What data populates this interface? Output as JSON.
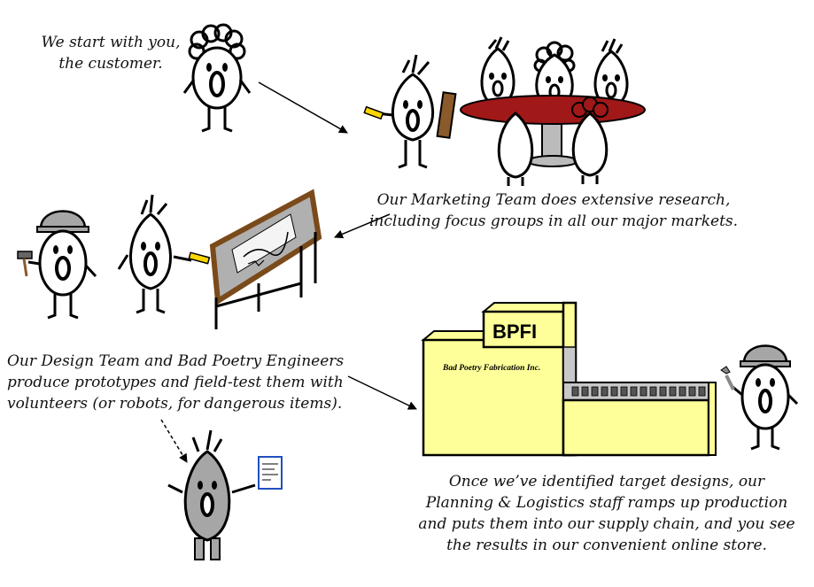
{
  "captions": {
    "customer": [
      "We start with you,",
      "the customer."
    ],
    "marketing": [
      "Our Marketing Team does extensive research,",
      "including focus groups in all our major markets."
    ],
    "design": [
      "Our Design Team and Bad Poetry Engineers",
      "produce prototypes and field-test them with",
      "volunteers (or robots, for dangerous items)."
    ],
    "planning": [
      "Once we’ve identified target designs, our",
      "Planning & Logistics staff ramps up production",
      "and puts them into our supply chain, and you see",
      "the results in our convenient online store."
    ]
  },
  "factory": {
    "sign": "BPFI",
    "subtitle": "Bad Poetry Fabrication Inc."
  },
  "colors": {
    "factory": "#ffff99",
    "table": "#a01818",
    "hardhat": "#a6a6a6",
    "robot": "#a6a6a6",
    "board": "#7a4a1a"
  }
}
